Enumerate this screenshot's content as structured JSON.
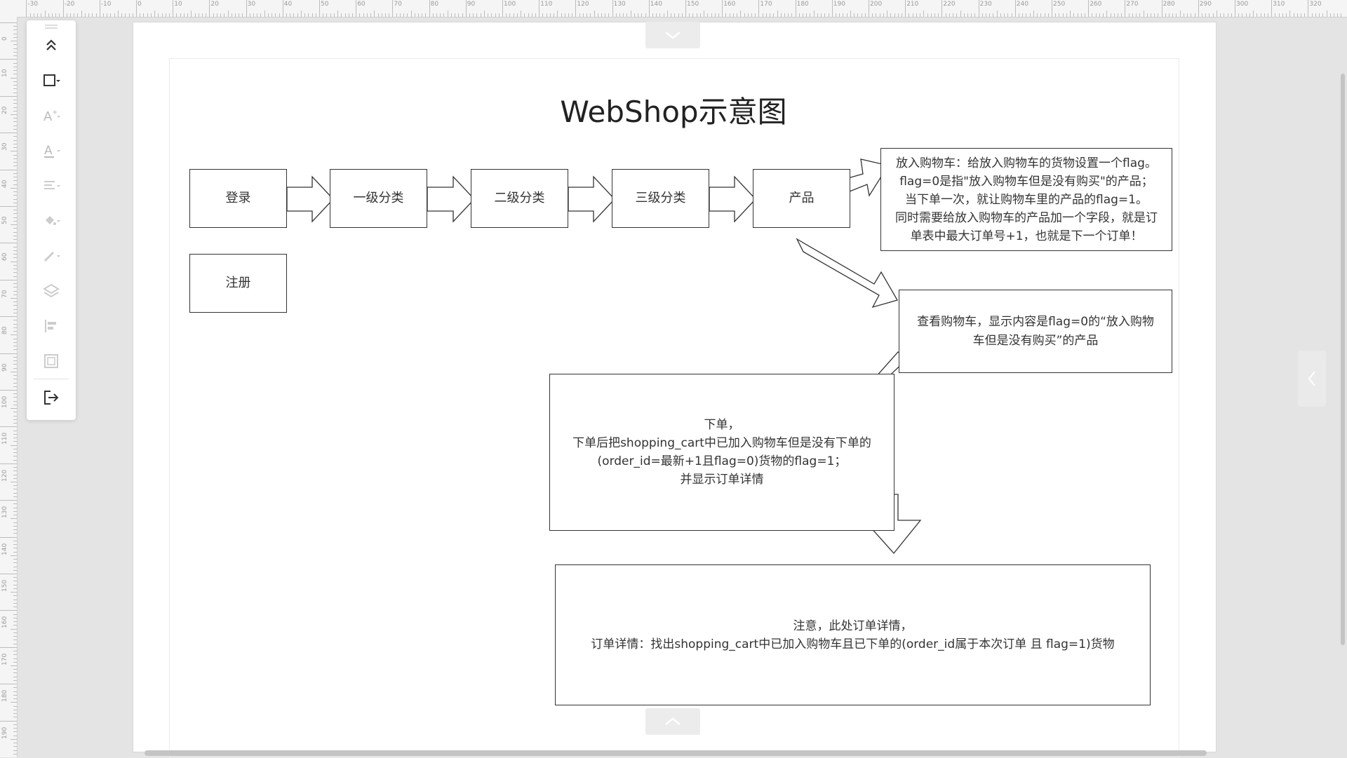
{
  "ruler": {
    "top_labels": [
      "-30",
      "-20",
      "-10",
      "0",
      "10",
      "20",
      "30",
      "40",
      "50",
      "60",
      "70",
      "80",
      "90",
      "100",
      "110",
      "120",
      "130",
      "140",
      "150",
      "160",
      "170",
      "180",
      "190",
      "200",
      "210",
      "220",
      "230",
      "240",
      "250",
      "260",
      "270",
      "280",
      "290",
      "300",
      "310",
      "320"
    ],
    "left_labels": [
      "0",
      "10",
      "20",
      "30",
      "40",
      "50",
      "60",
      "70",
      "80",
      "90",
      "100",
      "110",
      "120",
      "130",
      "140",
      "150",
      "160",
      "170",
      "180",
      "190"
    ]
  },
  "diagram": {
    "title": "WebShop示意图",
    "boxes": {
      "login": "登录",
      "cat1": "一级分类",
      "cat2": "二级分类",
      "cat3": "三级分类",
      "product": "产品",
      "register": "注册",
      "add_cart": "放入购物车：给放入购物车的货物设置一个flag。\nflag=0是指\"放入购物车但是没有购买\"的产品；\n当下单一次，就让购物车里的产品的flag=1。\n同时需要给放入购物车的产品加一个字段，就是订\n单表中最大订单号+1，也就是下一个订单！",
      "view_cart": "查看购物车，显示内容是flag=0的“放入购物\n车但是没有购买”的产品",
      "place_order": "下单，\n下单后把shopping_cart中已加入购物车但是没有下单的\n(order_id=最新+1且flag=0)货物的flag=1；\n并显示订单详情",
      "order_detail": "注意，此处订单详情，\n订单详情：找出shopping_cart中已加入购物车且已下单的(order_id属于本次订单 且 flag=1)货物"
    }
  },
  "toolbar": {
    "items": [
      "collapse-up-icon",
      "shape-rect-icon",
      "text-style-icon",
      "font-color-icon",
      "align-text-icon",
      "fill-color-icon",
      "line-color-icon",
      "layers-icon",
      "align-left-icon",
      "group-icon",
      "exit-icon"
    ]
  },
  "colors": {
    "canvas_bg": "#e4e4e4",
    "page_bg": "#ffffff",
    "stroke": "#333333"
  }
}
